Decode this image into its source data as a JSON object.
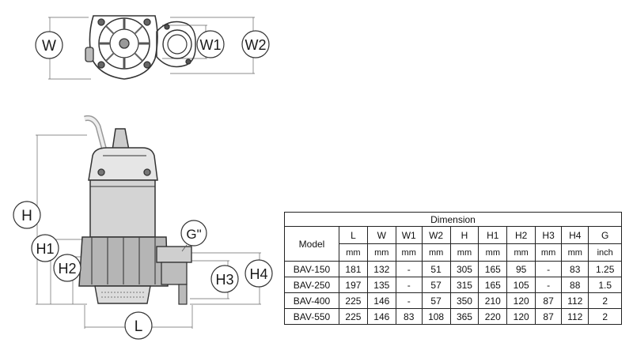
{
  "labels": {
    "W": "W",
    "W1": "W1",
    "W2": "W2",
    "H": "H",
    "H1": "H1",
    "H2": "H2",
    "H3": "H3",
    "H4": "H4",
    "G": "G\"",
    "L": "L"
  },
  "table": {
    "title": "Dimension",
    "model_header": "Model",
    "columns": [
      "L",
      "W",
      "W1",
      "W2",
      "H",
      "H1",
      "H2",
      "H3",
      "H4",
      "G"
    ],
    "units": [
      "mm",
      "mm",
      "mm",
      "mm",
      "mm",
      "mm",
      "mm",
      "mm",
      "mm",
      "inch"
    ],
    "rows": [
      {
        "model": "BAV-150",
        "values": [
          "181",
          "132",
          "-",
          "51",
          "305",
          "165",
          "95",
          "-",
          "83",
          "1.25"
        ]
      },
      {
        "model": "BAV-250",
        "values": [
          "197",
          "135",
          "-",
          "57",
          "315",
          "165",
          "105",
          "-",
          "88",
          "1.5"
        ]
      },
      {
        "model": "BAV-400",
        "values": [
          "225",
          "146",
          "-",
          "57",
          "350",
          "210",
          "120",
          "87",
          "112",
          "2"
        ]
      },
      {
        "model": "BAV-550",
        "values": [
          "225",
          "146",
          "83",
          "108",
          "365",
          "220",
          "120",
          "87",
          "112",
          "2"
        ]
      }
    ]
  }
}
